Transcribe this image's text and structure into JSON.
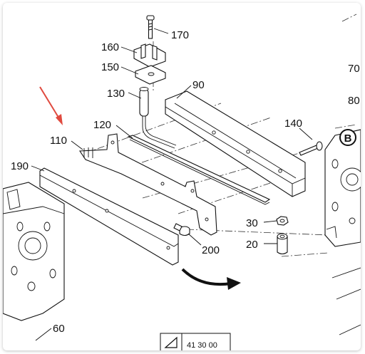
{
  "callouts": {
    "c170": "170",
    "c160": "160",
    "c150": "150",
    "c130": "130",
    "c90": "90",
    "c140": "140",
    "c120": "120",
    "c110": "110",
    "c190": "190",
    "c30": "30",
    "c20": "20",
    "c200": "200",
    "c60": "60",
    "c70_partial": "70",
    "c80_partial": "80"
  },
  "view_marker": "B",
  "reference_box": {
    "code": "41 30 00"
  },
  "colors": {
    "pointer_arrow": "#e04a3f",
    "line": "#111111"
  },
  "icons": {
    "pointer": "red-arrow-icon",
    "rotation": "curved-arrow-icon",
    "view": "circled-letter-b-icon"
  }
}
